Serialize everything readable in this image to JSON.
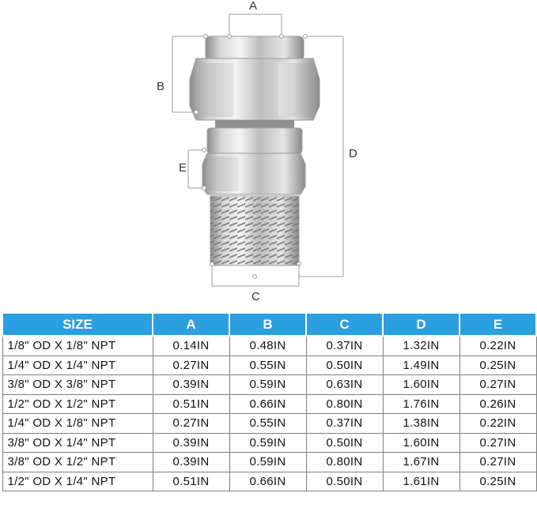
{
  "dimension_labels": {
    "a": "A",
    "b": "B",
    "c": "C",
    "d": "D",
    "e": "E"
  },
  "table": {
    "headers": [
      "SIZE",
      "A",
      "B",
      "C",
      "D",
      "E"
    ],
    "rows": [
      [
        "1/8\" OD X 1/8\" NPT",
        "0.14IN",
        "0.48IN",
        "0.37IN",
        "1.32IN",
        "0.22IN"
      ],
      [
        "1/4\" OD X 1/4\" NPT",
        "0.27IN",
        "0.55IN",
        "0.50IN",
        "1.49IN",
        "0.25IN"
      ],
      [
        "3/8\" OD X 3/8\" NPT",
        "0.39IN",
        "0.59IN",
        "0.63IN",
        "1.60IN",
        "0.27IN"
      ],
      [
        "1/2\" OD X 1/2\" NPT",
        "0.51IN",
        "0.66IN",
        "0.80IN",
        "1.76IN",
        "0.26IN"
      ],
      [
        "1/4\" OD X 1/8\" NPT",
        "0.27IN",
        "0.55IN",
        "0.37IN",
        "1.38IN",
        "0.22IN"
      ],
      [
        "3/8\" OD X 1/4\" NPT",
        "0.39IN",
        "0.59IN",
        "0.50IN",
        "1.60IN",
        "0.27IN"
      ],
      [
        "3/8\" OD X 1/2\" NPT",
        "0.39IN",
        "0.59IN",
        "0.80IN",
        "1.67IN",
        "0.27IN"
      ],
      [
        "1/2\" OD X 1/4\" NPT",
        "0.51IN",
        "0.66IN",
        "0.50IN",
        "1.61IN",
        "0.25IN"
      ]
    ]
  },
  "colors": {
    "header_bg": "#2b9fe0",
    "header_text": "#ffffff",
    "grid": "#7f7f7f"
  }
}
